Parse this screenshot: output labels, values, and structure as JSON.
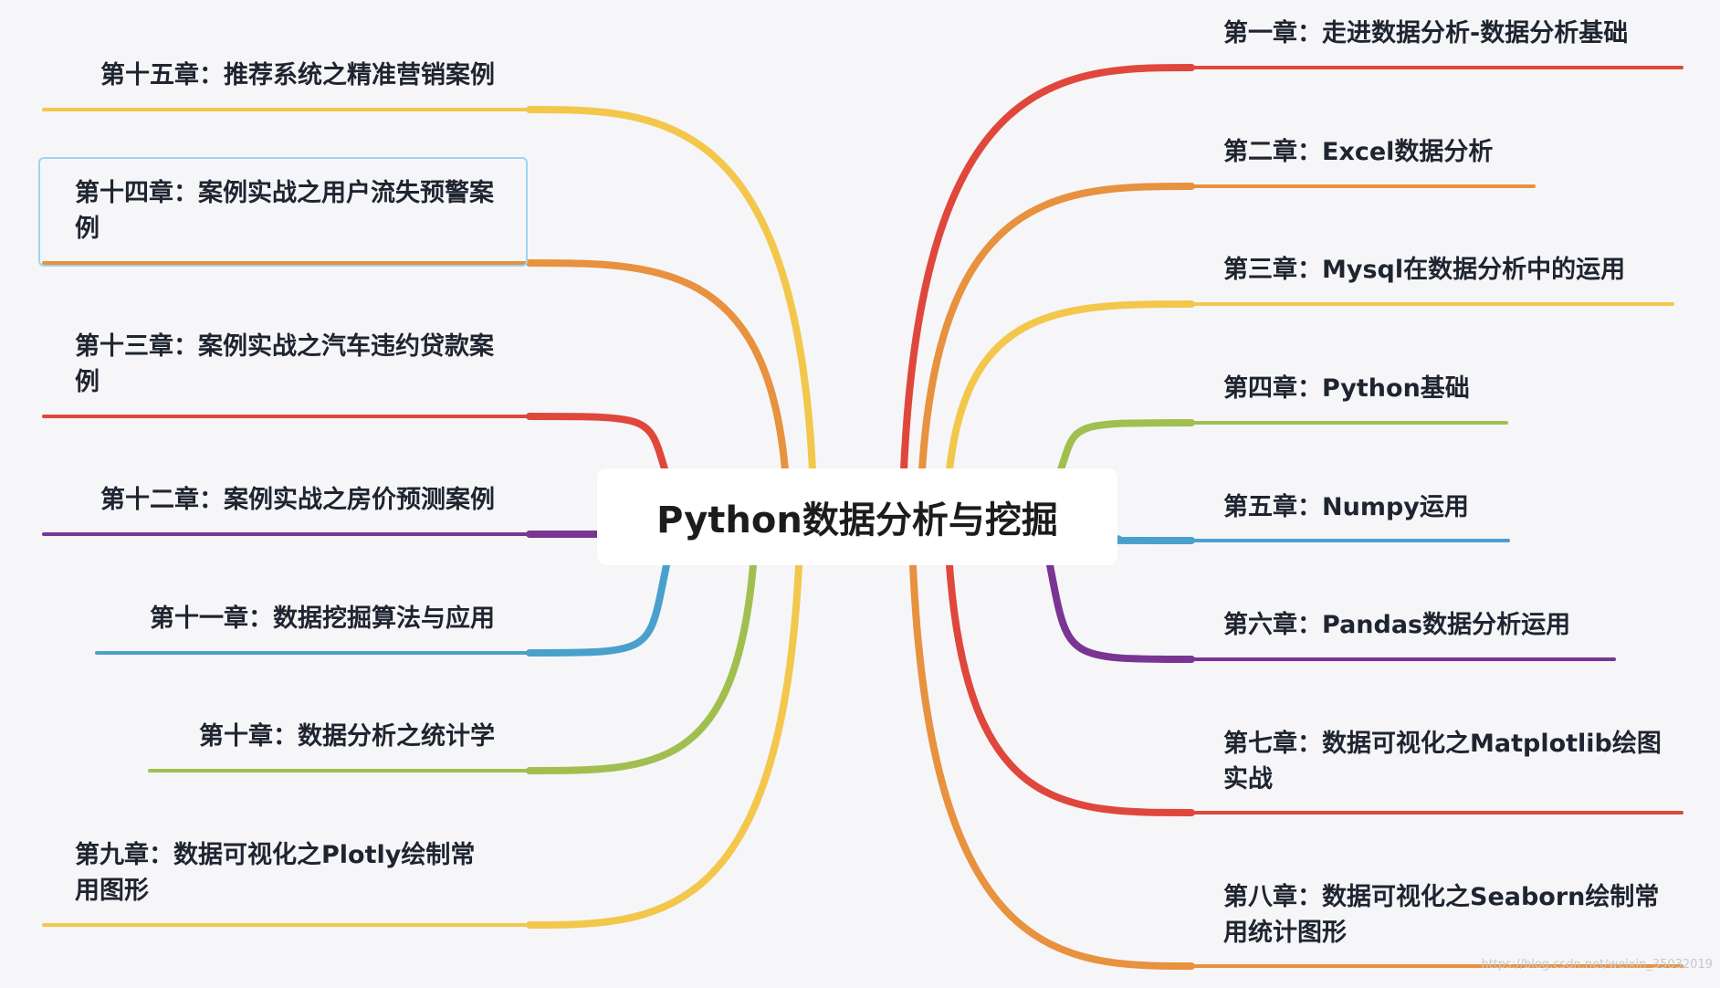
{
  "center_title": "Python数据分析与挖掘",
  "watermark": "https://blog.csdn.net/weixin_35032019",
  "right_topics": [
    {
      "text": "第一章：走进数据分析-数据分析基础",
      "color": "#e0473c"
    },
    {
      "text": "第二章：Excel数据分析",
      "color": "#e8913e"
    },
    {
      "text": "第三章：Mysql在数据分析中的运用",
      "color": "#f3c74b"
    },
    {
      "text": "第四章：Python基础",
      "color": "#a1bf4e"
    },
    {
      "text": "第五章：Numpy运用",
      "color": "#4aa0cc"
    },
    {
      "text": "第六章：Pandas数据分析运用",
      "color": "#7a3593"
    },
    {
      "text": "第七章：数据可视化之Matplotlib绘图实战",
      "color": "#e0473c"
    },
    {
      "text": "第八章：数据可视化之Seaborn绘制常用统计图形",
      "color": "#e8913e"
    }
  ],
  "left_topics": [
    {
      "text": "第十五章：推荐系统之精准营销案例",
      "color": "#f3c74b"
    },
    {
      "text": "第十四章：案例实战之用户流失预警案例",
      "color": "#e8913e"
    },
    {
      "text": "第十三章：案例实战之汽车违约贷款案例",
      "color": "#e0473c"
    },
    {
      "text": "第十二章：案例实战之房价预测案例",
      "color": "#7a3593"
    },
    {
      "text": "第十一章：数据挖掘算法与应用",
      "color": "#4aa0cc"
    },
    {
      "text": "第十章：数据分析之统计学",
      "color": "#a1bf4e"
    },
    {
      "text": "第九章：数据可视化之Plotly绘制常用图形",
      "color": "#f3c74b"
    }
  ]
}
